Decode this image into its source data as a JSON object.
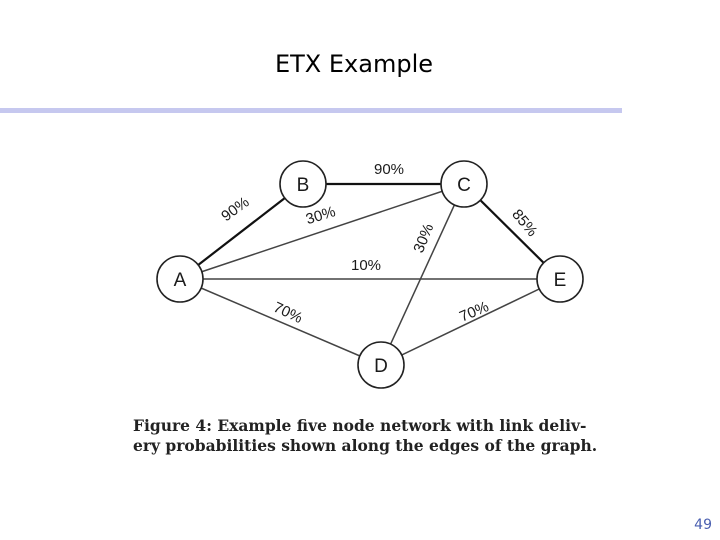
{
  "slide": {
    "title": "ETX Example",
    "page_number": "49",
    "accent_color": "#c6c8ef"
  },
  "figure": {
    "nodes": [
      {
        "id": "A",
        "label": "A"
      },
      {
        "id": "B",
        "label": "B"
      },
      {
        "id": "C",
        "label": "C"
      },
      {
        "id": "D",
        "label": "D"
      },
      {
        "id": "E",
        "label": "E"
      }
    ],
    "edges": [
      {
        "from": "A",
        "to": "B",
        "label": "90%",
        "probability": 0.9
      },
      {
        "from": "B",
        "to": "C",
        "label": "90%",
        "probability": 0.9
      },
      {
        "from": "A",
        "to": "C",
        "label": "30%",
        "probability": 0.3
      },
      {
        "from": "C",
        "to": "D",
        "label": "30%",
        "probability": 0.3
      },
      {
        "from": "C",
        "to": "E",
        "label": "85%",
        "probability": 0.85
      },
      {
        "from": "A",
        "to": "E",
        "label": "10%",
        "probability": 0.1
      },
      {
        "from": "A",
        "to": "D",
        "label": "70%",
        "probability": 0.7
      },
      {
        "from": "D",
        "to": "E",
        "label": "70%",
        "probability": 0.7
      }
    ],
    "caption_line1": "Figure 4: Example five node network with link deliv-",
    "caption_line2": "ery probabilities shown along the edges of the graph."
  }
}
